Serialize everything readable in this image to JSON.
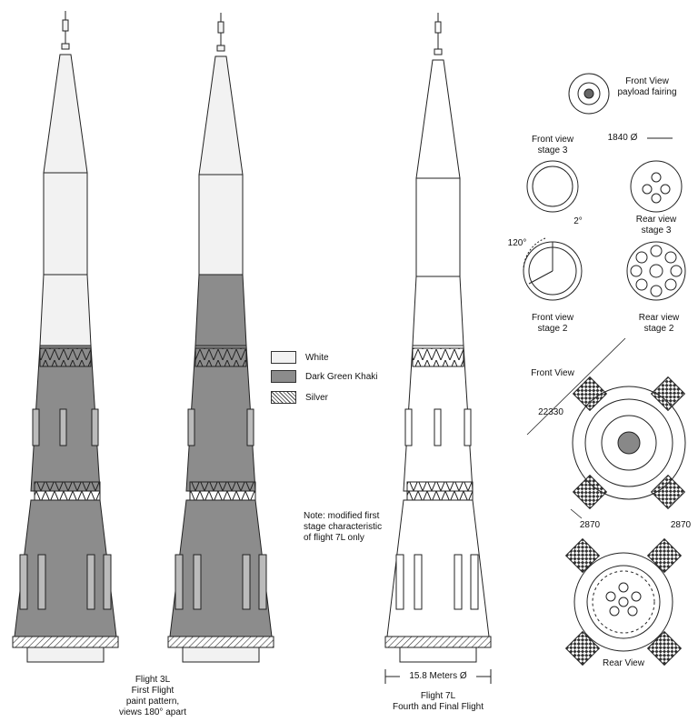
{
  "legend": {
    "white": {
      "label": "White",
      "color": "#f2f2f2"
    },
    "green": {
      "label": "Dark Green Khaki",
      "color": "#8c8c8c"
    },
    "silver": {
      "label": "Silver",
      "color": "hatch"
    }
  },
  "note": {
    "line1": "Note:  modified first",
    "line2": "stage characteristic",
    "line3": "of flight 7L only"
  },
  "flight3l": {
    "line1": "Flight 3L",
    "line2": "First Flight",
    "line3": "paint pattern,",
    "line4": "views 180° apart"
  },
  "flight7l": {
    "line1": "Flight 7L",
    "line2": "Fourth and Final Flight",
    "diameter": "15.8 Meters Ø"
  },
  "views": {
    "fairing_l1": "Front View",
    "fairing_l2": "payload fairing",
    "s3_front_l1": "Front view",
    "s3_front_l2": "stage 3",
    "s3_dim": "1840 Ø",
    "s3_rear_l1": "Rear view",
    "s3_rear_l2": "stage 3",
    "s2_angle_small": "2°",
    "s2_angle_big": "120°",
    "s2_front_l1": "Front view",
    "s2_front_l2": "stage 2",
    "s2_rear_l1": "Rear view",
    "s2_rear_l2": "stage 2",
    "front_view": "Front View",
    "dim_22330": "22330",
    "dim_2870_a": "2870",
    "dim_2870_b": "2870",
    "rear_view": "Rear View"
  }
}
